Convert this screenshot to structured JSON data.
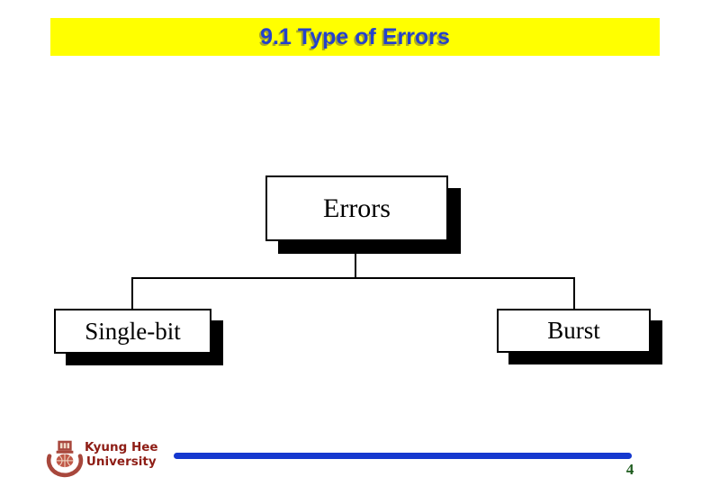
{
  "slide": {
    "title": "9.1 Type of Errors",
    "page_number": "4"
  },
  "diagram": {
    "root_label": "Errors",
    "children": [
      {
        "label": "Single-bit"
      },
      {
        "label": "Burst"
      }
    ]
  },
  "footer": {
    "institution": {
      "line1": "Kyung Hee",
      "line2": "University"
    },
    "logo_name": "kyung-hee-university-crest"
  },
  "colors": {
    "title_bar_bg": "#ffff00",
    "title_text": "#2442cc",
    "title_text_shadow": "#464646",
    "node_bg": "#ffffff",
    "node_border": "#000000",
    "node_shadow": "#000000",
    "footer_text": "#8e1d15",
    "logo": "#a8473c",
    "accent_bar": "#1538cf",
    "page_number": "#1e5c1e"
  }
}
